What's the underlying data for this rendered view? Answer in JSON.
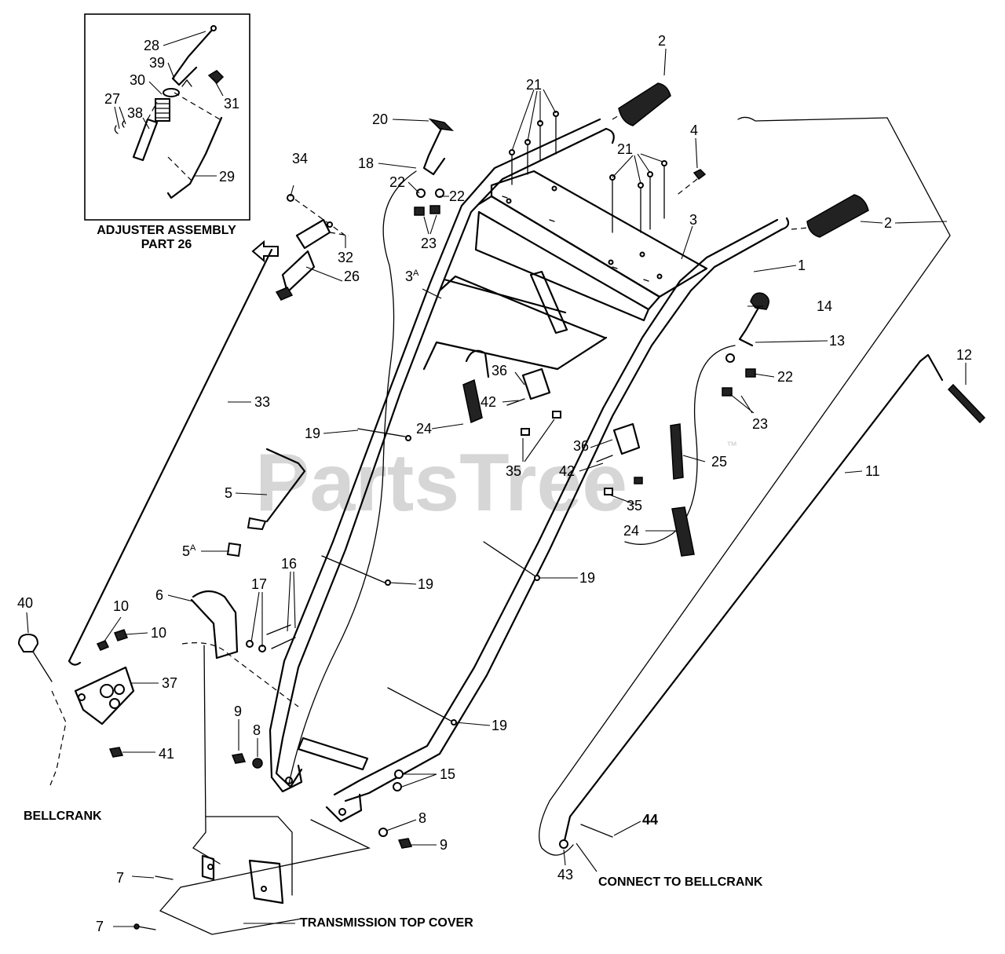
{
  "watermark": {
    "text": "PartsTree",
    "tm": "™"
  },
  "inset": {
    "title_line1": "ADJUSTER ASSEMBLY",
    "title_line2": "PART 26"
  },
  "captions": {
    "bellcrank": "BELLCRANK",
    "connect": "CONNECT TO BELLCRANK",
    "transmission": "TRANSMISSION TOP COVER"
  },
  "part_labels": [
    {
      "id": "p28",
      "text": "28"
    },
    {
      "id": "p39",
      "text": "39"
    },
    {
      "id": "p30",
      "text": "30"
    },
    {
      "id": "p31",
      "text": "31"
    },
    {
      "id": "p27",
      "text": "27"
    },
    {
      "id": "p38",
      "text": "38"
    },
    {
      "id": "p29",
      "text": "29"
    },
    {
      "id": "p34",
      "text": "34"
    },
    {
      "id": "p32",
      "text": "32"
    },
    {
      "id": "p26",
      "text": "26"
    },
    {
      "id": "p33",
      "text": "33"
    },
    {
      "id": "p20",
      "text": "20"
    },
    {
      "id": "p18",
      "text": "18"
    },
    {
      "id": "p22a",
      "text": "22"
    },
    {
      "id": "p22b",
      "text": "22"
    },
    {
      "id": "p23a",
      "text": "23"
    },
    {
      "id": "p21a",
      "text": "21"
    },
    {
      "id": "p21b",
      "text": "21"
    },
    {
      "id": "p2a",
      "text": "2"
    },
    {
      "id": "p2b",
      "text": "2"
    },
    {
      "id": "p4",
      "text": "4"
    },
    {
      "id": "p3",
      "text": "3"
    },
    {
      "id": "p1",
      "text": "1"
    },
    {
      "id": "p14",
      "text": "14"
    },
    {
      "id": "p13",
      "text": "13"
    },
    {
      "id": "p22c",
      "text": "22"
    },
    {
      "id": "p23b",
      "text": "23"
    },
    {
      "id": "p12",
      "text": "12"
    },
    {
      "id": "p11",
      "text": "11"
    },
    {
      "id": "p36a",
      "text": "36"
    },
    {
      "id": "p42a",
      "text": "42"
    },
    {
      "id": "p24a",
      "text": "24"
    },
    {
      "id": "p35a",
      "text": "35"
    },
    {
      "id": "p36b",
      "text": "36"
    },
    {
      "id": "p42b",
      "text": "42"
    },
    {
      "id": "p25",
      "text": "25"
    },
    {
      "id": "p35b",
      "text": "35"
    },
    {
      "id": "p24b",
      "text": "24"
    },
    {
      "id": "p19a",
      "text": "19"
    },
    {
      "id": "p19b",
      "text": "19"
    },
    {
      "id": "p19c",
      "text": "19"
    },
    {
      "id": "p19d",
      "text": "19"
    },
    {
      "id": "p5",
      "text": "5"
    },
    {
      "id": "p6",
      "text": "6"
    },
    {
      "id": "p17",
      "text": "17"
    },
    {
      "id": "p16",
      "text": "16"
    },
    {
      "id": "p10a",
      "text": "10"
    },
    {
      "id": "p10b",
      "text": "10"
    },
    {
      "id": "p40",
      "text": "40"
    },
    {
      "id": "p37",
      "text": "37"
    },
    {
      "id": "p41",
      "text": "41"
    },
    {
      "id": "p9a",
      "text": "9"
    },
    {
      "id": "p8a",
      "text": "8"
    },
    {
      "id": "p15",
      "text": "15"
    },
    {
      "id": "p8b",
      "text": "8"
    },
    {
      "id": "p9b",
      "text": "9"
    },
    {
      "id": "p7a",
      "text": "7"
    },
    {
      "id": "p7b",
      "text": "7"
    },
    {
      "id": "p44",
      "text": "44"
    },
    {
      "id": "p43",
      "text": "43"
    }
  ],
  "sup_labels": [
    {
      "id": "p3A",
      "base": "3",
      "sup": "A"
    },
    {
      "id": "p5A",
      "base": "5",
      "sup": "A"
    }
  ]
}
